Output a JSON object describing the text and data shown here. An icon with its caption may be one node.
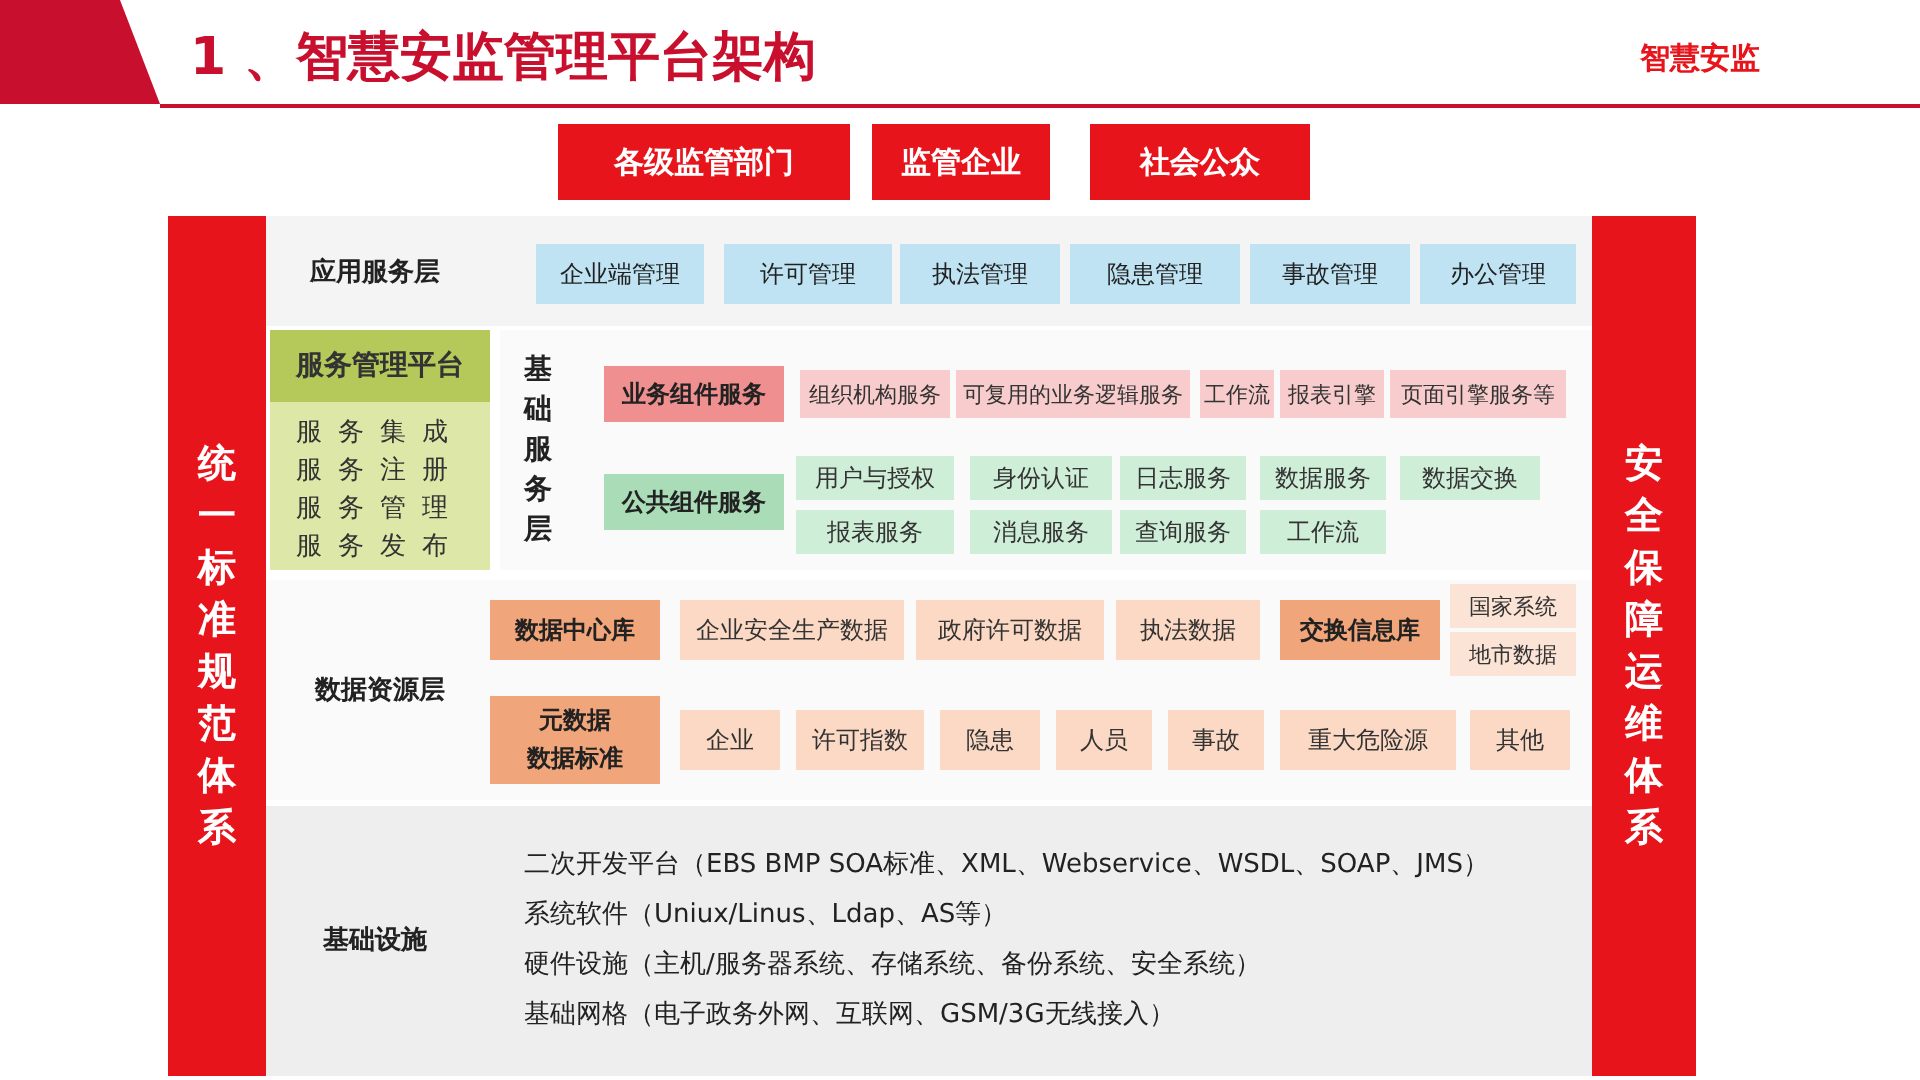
{
  "diagram": {
    "title": "1 、智慧安监管理平台架构",
    "nodes": [
      {
        "text": [
          "各级监管部门"
        ]
      },
      {
        "text": [
          "监管企业"
        ]
      },
      {
        "text": [
          "社会公众"
        ]
      },
      {
        "text": [
          "统一标准规范体系"
        ]
      },
      {
        "text": [
          "安全保障运维体系"
        ]
      },
      {
        "text": [
          "应用服务层"
        ]
      },
      {
        "text": [
          "企业端管理"
        ],
        "in": 5
      },
      {
        "text": [
          "许可管理"
        ],
        "in": 5
      },
      {
        "text": [
          "执法管理"
        ],
        "in": 5
      },
      {
        "text": [
          "隐患管理"
        ],
        "in": 5
      },
      {
        "text": [
          "事故管理"
        ],
        "in": 5
      },
      {
        "text": [
          "办公管理"
        ],
        "in": 5
      },
      {
        "text": [
          "服务管理平台",
          "服务集成服务注册服务管理服务发布"
        ]
      },
      {
        "text": [
          "基础服务层"
        ]
      },
      {
        "text": [
          "业务组件服务"
        ],
        "in": 13
      },
      {
        "text": [
          "组织机构服务"
        ],
        "in": 13
      },
      {
        "text": [
          "可复用的业务逻辑服务"
        ],
        "in": 13
      },
      {
        "text": [
          "工作流"
        ],
        "in": 13
      },
      {
        "text": [
          "报表引擎"
        ],
        "in": 13
      },
      {
        "text": [
          "页面引擎服务等"
        ],
        "in": 13
      },
      {
        "text": [
          "公共组件服务"
        ],
        "in": 13
      },
      {
        "text": [
          "用户与授权"
        ],
        "in": 13
      },
      {
        "text": [
          "身份认证"
        ],
        "in": 13
      },
      {
        "text": [
          "日志服务"
        ],
        "in": 13
      },
      {
        "text": [
          "数据服务"
        ],
        "in": 13
      },
      {
        "text": [
          "数据交换"
        ],
        "in": 13
      },
      {
        "text": [
          "报表服务"
        ],
        "in": 13
      },
      {
        "text": [
          "消息服务"
        ],
        "in": 13
      },
      {
        "text": [
          "查询服务"
        ],
        "in": 13
      },
      {
        "text": [
          "工作流"
        ],
        "in": 13
      },
      {
        "text": [
          "数据资源层"
        ]
      },
      {
        "text": [
          "数据中心库"
        ],
        "in": 30
      },
      {
        "text": [
          "企业安全生产数据"
        ],
        "in": 30
      },
      {
        "text": [
          "政府许可数据"
        ],
        "in": 30
      },
      {
        "text": [
          "执法数据"
        ],
        "in": 30
      },
      {
        "text": [
          "交换信息库"
        ],
        "in": 30
      },
      {
        "text": [
          "国家系统"
        ],
        "in": 30
      },
      {
        "text": [
          "地市数据"
        ],
        "in": 30
      },
      {
        "text": [
          "元数据",
          "数据标准"
        ],
        "in": 30
      },
      {
        "text": [
          "企业"
        ],
        "in": 30
      },
      {
        "text": [
          "许可指数"
        ],
        "in": 30
      },
      {
        "text": [
          "隐患"
        ],
        "in": 30
      },
      {
        "text": [
          "人员"
        ],
        "in": 30
      },
      {
        "text": [
          "事故"
        ],
        "in": 30
      },
      {
        "text": [
          "重大危险源"
        ],
        "in": 30
      },
      {
        "text": [
          "其他"
        ],
        "in": 30
      },
      {
        "text": [
          "基础设施",
          "二次开发平台（EBS BMP SOA标准、XML、Webservice、WSDL、SOAP、JMS）",
          "系统软件（Uniux/Linus、Ldap、AS等）",
          "硬件设施（主机/服务器系统、存储系统、备份系统、安全系统）",
          "基础网格（电子政务外网、互联网、GSM/3G无线接入）"
        ]
      }
    ],
    "labels": [
      "智慧安监"
    ]
  }
}
